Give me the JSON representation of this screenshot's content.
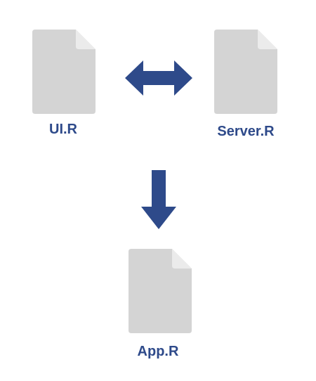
{
  "files": {
    "ui": {
      "label": "UI.R",
      "icon": "file-icon"
    },
    "server": {
      "label": "Server.R",
      "icon": "file-icon"
    },
    "app": {
      "label": "App.R",
      "icon": "file-icon"
    }
  },
  "connectors": {
    "ui_server": {
      "type": "double-arrow",
      "icon": "double-arrow-icon"
    },
    "to_app": {
      "type": "down-arrow",
      "icon": "arrow-down-icon"
    }
  },
  "colors": {
    "file_body": "#d4d4d4",
    "file_fold": "#e4e4e4",
    "arrow": "#2e4a8a",
    "label": "#2e4a8a"
  }
}
